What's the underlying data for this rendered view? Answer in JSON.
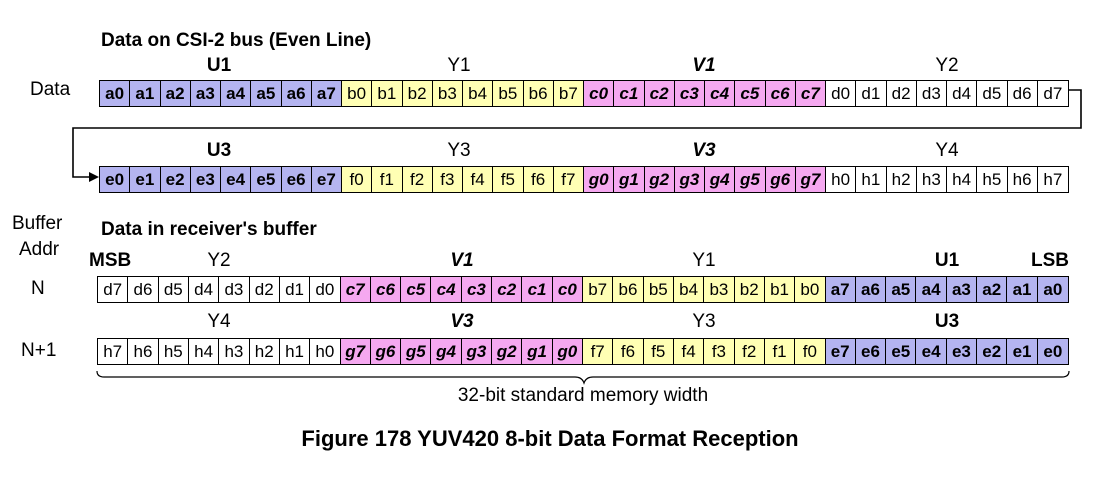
{
  "headings": {
    "bus": "Data on CSI-2 bus (Even Line)",
    "buffer": "Data in receiver's buffer",
    "buffer_addr_1": "Buffer",
    "buffer_addr_2": "Addr"
  },
  "side_labels": {
    "data": "Data",
    "n": "N",
    "n1": "N+1",
    "msb": "MSB",
    "lsb": "LSB"
  },
  "bus_row1": {
    "group_labels": [
      "U1",
      "Y1",
      "V1",
      "Y2"
    ],
    "groups": [
      {
        "kind": "u",
        "cells": [
          "a0",
          "a1",
          "a2",
          "a3",
          "a4",
          "a5",
          "a6",
          "a7"
        ]
      },
      {
        "kind": "y",
        "cells": [
          "b0",
          "b1",
          "b2",
          "b3",
          "b4",
          "b5",
          "b6",
          "b7"
        ]
      },
      {
        "kind": "v",
        "cells": [
          "c0",
          "c1",
          "c2",
          "c3",
          "c4",
          "c5",
          "c6",
          "c7"
        ]
      },
      {
        "kind": "w",
        "cells": [
          "d0",
          "d1",
          "d2",
          "d3",
          "d4",
          "d5",
          "d6",
          "d7"
        ]
      }
    ]
  },
  "bus_row2": {
    "group_labels": [
      "U3",
      "Y3",
      "V3",
      "Y4"
    ],
    "groups": [
      {
        "kind": "u",
        "cells": [
          "e0",
          "e1",
          "e2",
          "e3",
          "e4",
          "e5",
          "e6",
          "e7"
        ]
      },
      {
        "kind": "y",
        "cells": [
          "f0",
          "f1",
          "f2",
          "f3",
          "f4",
          "f5",
          "f6",
          "f7"
        ]
      },
      {
        "kind": "v",
        "cells": [
          "g0",
          "g1",
          "g2",
          "g3",
          "g4",
          "g5",
          "g6",
          "g7"
        ]
      },
      {
        "kind": "w",
        "cells": [
          "h0",
          "h1",
          "h2",
          "h3",
          "h4",
          "h5",
          "h6",
          "h7"
        ]
      }
    ]
  },
  "buf_row1": {
    "group_labels": [
      "Y2",
      "V1",
      "Y1",
      "U1"
    ],
    "groups": [
      {
        "kind": "w",
        "cells": [
          "d7",
          "d6",
          "d5",
          "d4",
          "d3",
          "d2",
          "d1",
          "d0"
        ]
      },
      {
        "kind": "v",
        "cells": [
          "c7",
          "c6",
          "c5",
          "c4",
          "c3",
          "c2",
          "c1",
          "c0"
        ]
      },
      {
        "kind": "y",
        "cells": [
          "b7",
          "b6",
          "b5",
          "b4",
          "b3",
          "b2",
          "b1",
          "b0"
        ]
      },
      {
        "kind": "u",
        "cells": [
          "a7",
          "a6",
          "a5",
          "a4",
          "a3",
          "a2",
          "a1",
          "a0"
        ]
      }
    ]
  },
  "buf_row2": {
    "group_labels": [
      "Y4",
      "V3",
      "Y3",
      "U3"
    ],
    "groups": [
      {
        "kind": "w",
        "cells": [
          "h7",
          "h6",
          "h5",
          "h4",
          "h3",
          "h2",
          "h1",
          "h0"
        ]
      },
      {
        "kind": "v",
        "cells": [
          "g7",
          "g6",
          "g5",
          "g4",
          "g3",
          "g2",
          "g1",
          "g0"
        ]
      },
      {
        "kind": "y",
        "cells": [
          "f7",
          "f6",
          "f5",
          "f4",
          "f3",
          "f2",
          "f1",
          "f0"
        ]
      },
      {
        "kind": "u",
        "cells": [
          "e7",
          "e6",
          "e5",
          "e4",
          "e3",
          "e2",
          "e1",
          "e0"
        ]
      }
    ]
  },
  "width_label": "32-bit standard memory width",
  "caption": "Figure 178 YUV420 8-bit Data Format Reception",
  "colors": {
    "u": "#b4b4f0",
    "y": "#ffffb4",
    "v": "#f5a8f0",
    "w": "#ffffff"
  }
}
